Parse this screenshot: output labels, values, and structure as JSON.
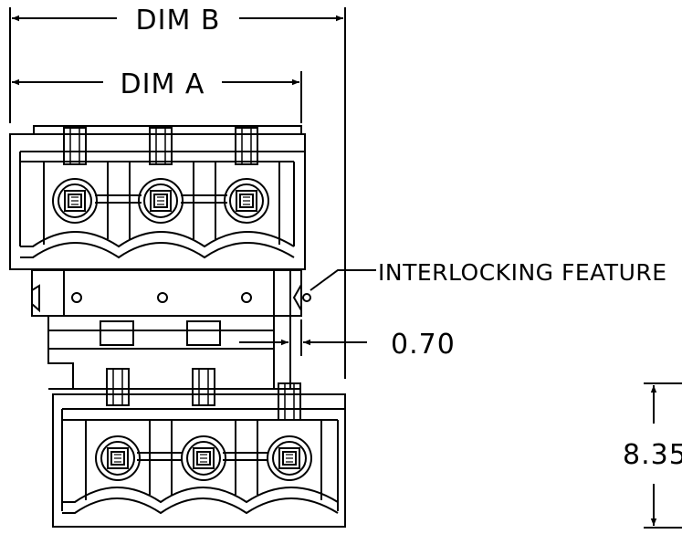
{
  "drawing": {
    "dim_b_label": "DIM B",
    "dim_a_label": "DIM A",
    "interlock_label": "INTERLOCKING FEATURE",
    "gap_label": "0.70",
    "height_label": "8.35"
  },
  "colors": {
    "line": "#000000",
    "background": "#ffffff"
  },
  "connector": {
    "top_positions": 3,
    "bottom_positions": 3
  }
}
